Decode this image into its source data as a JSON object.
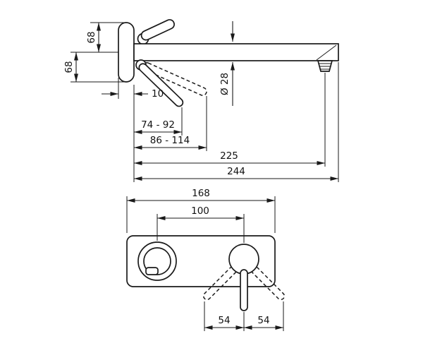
{
  "drawing": {
    "line_color": "#1a1a1a",
    "background_color": "#ffffff"
  },
  "dims": {
    "plate_top_to_spout_axis": "68",
    "spout_axis_to_plate_bottom": "68",
    "plate_depth": "10",
    "handle_reach_range_short": "74 - 92",
    "handle_reach_range_long": "86 - 114",
    "spout_reach_to_aerator": "225",
    "spout_total_length": "244",
    "spout_diameter": "Ø 28",
    "plate_width": "168",
    "spout_to_handle_centers": "100",
    "handle_swing_left": "54",
    "handle_swing_right": "54"
  }
}
